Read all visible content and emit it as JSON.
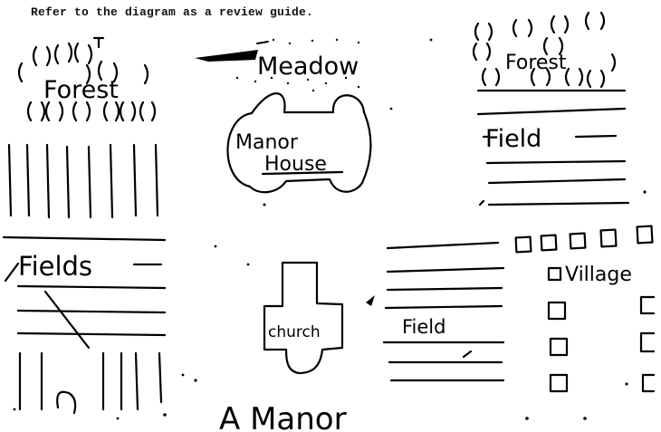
{
  "header": {
    "instruction": "Refer to the diagram as a review guide."
  },
  "diagram": {
    "title": "A Manor",
    "regions": {
      "forest_left": "Forest",
      "forest_right": "Forest",
      "meadow": "Meadow",
      "manor_house_line1": "Manor",
      "manor_house_line2": "House",
      "field_right": "Field",
      "fields_left": "Fields",
      "church": "church",
      "field_center": "Field",
      "village": "Village"
    }
  }
}
